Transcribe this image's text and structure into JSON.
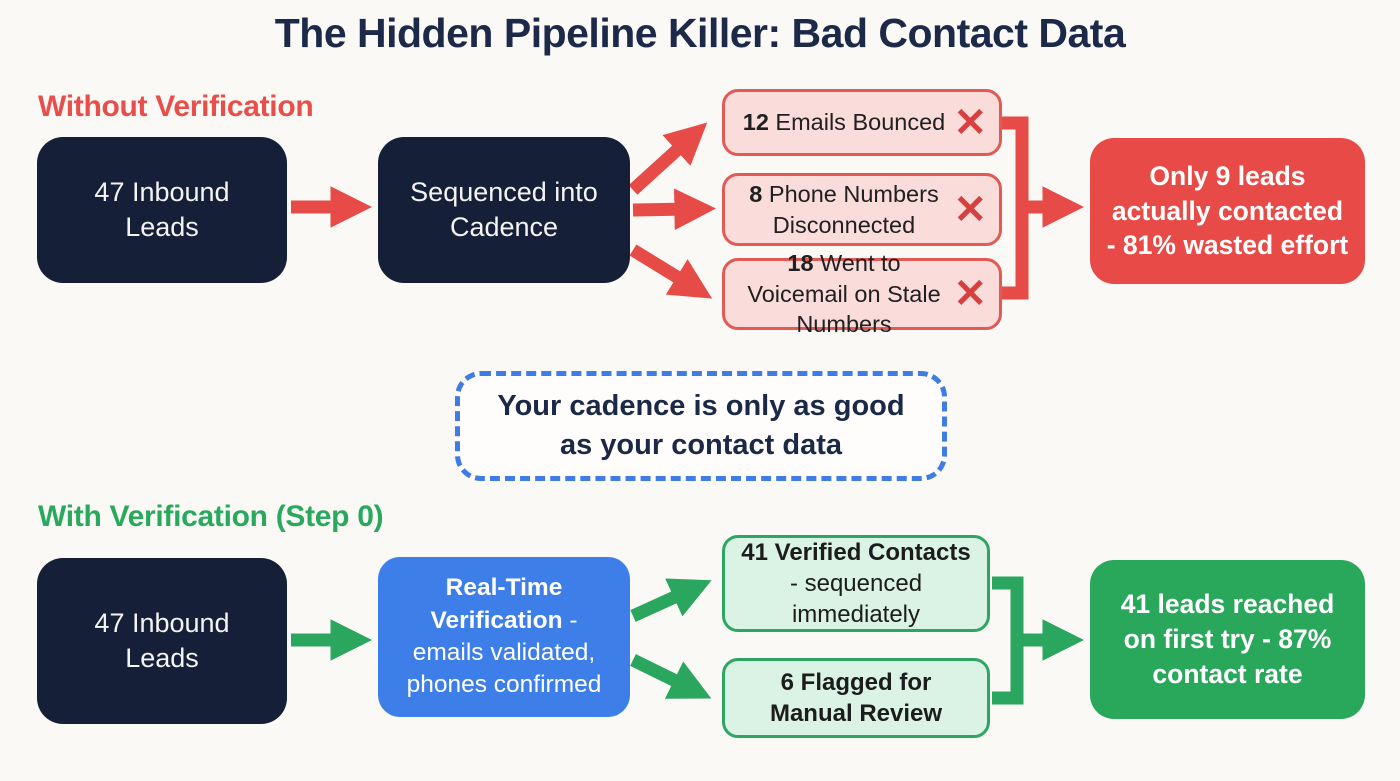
{
  "title": "The Hidden Pipeline Killer: Bad Contact Data",
  "icons": {
    "x": "✕"
  },
  "colors": {
    "background": "#fbf9f6",
    "title_text": "#1c2948",
    "navy_box": "#161f38",
    "red_accent": "#e64b48",
    "red_heading": "#e84f4b",
    "pink_fill": "#fadcdb",
    "pink_border": "#e05a56",
    "red_result": "#e84b47",
    "green_accent": "#2aa65e",
    "green_heading": "#2aa95e",
    "green_fill": "#daf3e4",
    "green_border": "#2fa563",
    "green_result": "#29a75b",
    "blue_box": "#3d7ee9",
    "callout_border": "#3f7de5"
  },
  "without": {
    "heading": "Without Verification",
    "inbound_box": "47 Inbound Leads",
    "cadence_box": "Sequenced into Cadence",
    "outcomes": [
      {
        "count": "12",
        "label": " Emails Bounced"
      },
      {
        "count": "8",
        "label": " Phone Numbers Disconnected"
      },
      {
        "count": "18",
        "label": " Went to Voicemail on Stale Numbers"
      }
    ],
    "result": "Only 9 leads actually contacted - 81% wasted effort"
  },
  "callout": "Your cadence is only as good as your contact data",
  "with": {
    "heading": "With Verification (Step 0)",
    "inbound_box": "47 Inbound Leads",
    "verification_bold": "Real-Time Verification",
    "verification_rest": " - emails validated, phones confirmed",
    "outcomes": [
      {
        "bold": "41 Verified Contacts",
        "rest": " - sequenced immediately"
      },
      {
        "bold": "6 Flagged for Manual Review",
        "rest": ""
      }
    ],
    "result": "41 leads reached on first try - 87% contact rate"
  }
}
